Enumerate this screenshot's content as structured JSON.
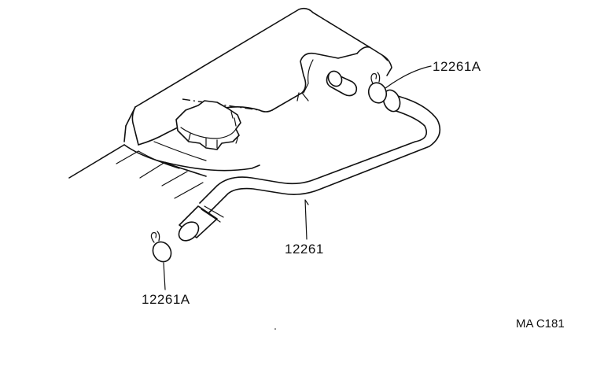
{
  "callouts": [
    {
      "text": "12261A"
    },
    {
      "text": "12261"
    },
    {
      "text": "12261A"
    }
  ],
  "figure_code": "MA C181",
  "colors": {
    "line": "#111111",
    "background": "#ffffff"
  }
}
